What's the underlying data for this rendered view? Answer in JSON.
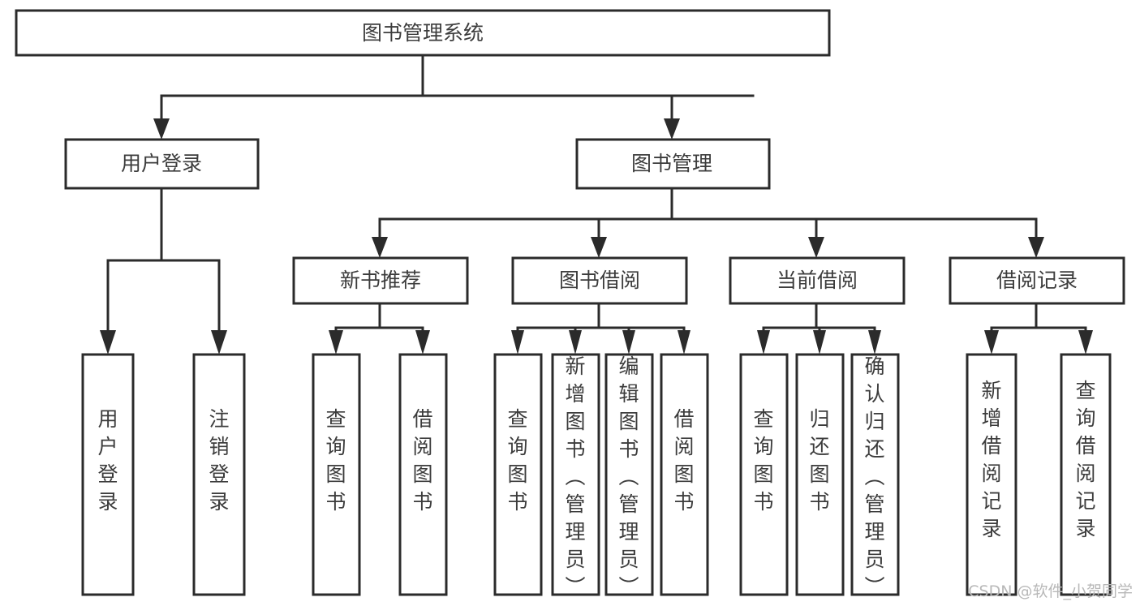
{
  "diagram": {
    "title": "图书管理系统",
    "type": "tree-hierarchy",
    "root": {
      "id": "root",
      "label": "图书管理系统",
      "orientation": "horizontal"
    },
    "level2": [
      {
        "id": "user-login",
        "label": "用户登录",
        "orientation": "horizontal"
      },
      {
        "id": "book-management",
        "label": "图书管理",
        "orientation": "horizontal"
      }
    ],
    "level3": [
      {
        "id": "new-book-recommend",
        "label": "新书推荐",
        "orientation": "horizontal",
        "parent": "book-management"
      },
      {
        "id": "book-borrow",
        "label": "图书借阅",
        "orientation": "horizontal",
        "parent": "book-management"
      },
      {
        "id": "current-borrow",
        "label": "当前借阅",
        "orientation": "horizontal",
        "parent": "book-management"
      },
      {
        "id": "borrow-record",
        "label": "借阅记录",
        "orientation": "horizontal",
        "parent": "book-management"
      }
    ],
    "leaves": [
      {
        "id": "leaf-user-login",
        "label": "用户登录",
        "orientation": "vertical",
        "parent": "user-login"
      },
      {
        "id": "leaf-logout-login",
        "label": "注销登录",
        "orientation": "vertical",
        "parent": "user-login"
      },
      {
        "id": "leaf-query-book-1",
        "label": "查询图书",
        "orientation": "vertical",
        "parent": "new-book-recommend"
      },
      {
        "id": "leaf-borrow-book-1",
        "label": "借阅图书",
        "orientation": "vertical",
        "parent": "new-book-recommend"
      },
      {
        "id": "leaf-query-book-2",
        "label": "查询图书",
        "orientation": "vertical",
        "parent": "book-borrow"
      },
      {
        "id": "leaf-add-book",
        "label": "新增图书（管理员）",
        "orientation": "vertical",
        "parent": "book-borrow"
      },
      {
        "id": "leaf-edit-book",
        "label": "编辑图书（管理员）",
        "orientation": "vertical",
        "parent": "book-borrow"
      },
      {
        "id": "leaf-borrow-book-2",
        "label": "借阅图书",
        "orientation": "vertical",
        "parent": "book-borrow"
      },
      {
        "id": "leaf-query-book-3",
        "label": "查询图书",
        "orientation": "vertical",
        "parent": "current-borrow"
      },
      {
        "id": "leaf-return-book",
        "label": "归还图书",
        "orientation": "vertical",
        "parent": "current-borrow"
      },
      {
        "id": "leaf-confirm-return",
        "label": "确认归还（管理员）",
        "orientation": "vertical",
        "parent": "current-borrow"
      },
      {
        "id": "leaf-add-record",
        "label": "新增借阅记录",
        "orientation": "vertical",
        "parent": "borrow-record"
      },
      {
        "id": "leaf-query-record",
        "label": "查询借阅记录",
        "orientation": "vertical",
        "parent": "borrow-record"
      }
    ]
  },
  "watermark": {
    "text": "CSDN @软件_小贺同学"
  },
  "colors": {
    "box_stroke": "#2b2b2b",
    "box_fill": "#ffffff",
    "text": "#3c3c3c",
    "background": "#ffffff",
    "watermark": "#b8b8b8"
  }
}
